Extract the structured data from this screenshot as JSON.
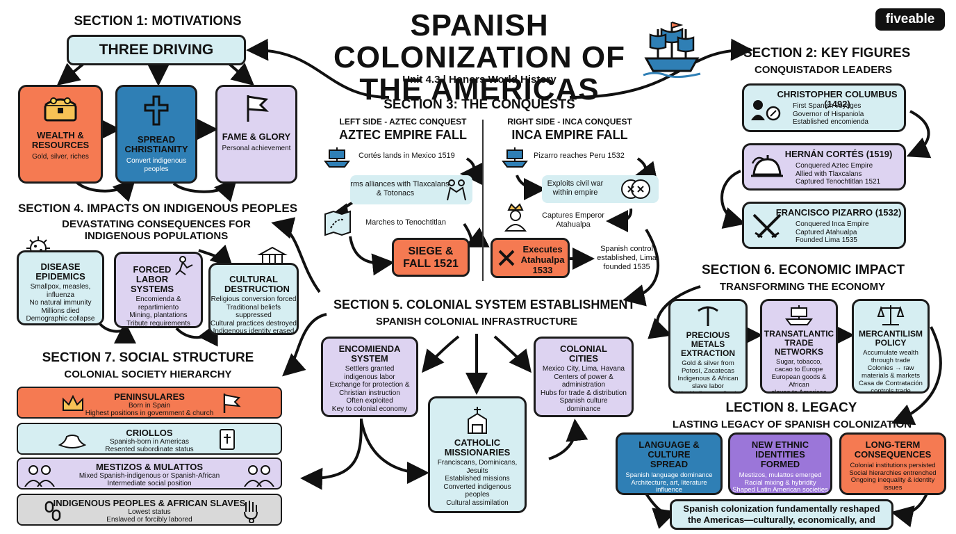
{
  "logo": "fiveable",
  "title": "SPANISH COLONIZATION OF THE AMERICAS",
  "subtitle": "Unit 4.3 | Honors World History",
  "section1": {
    "heading": "SECTION 1: MOTIVATIONS",
    "banner": "THREE DRIVING FORCES",
    "boxes": [
      {
        "title": "WEALTH & RESOURCES",
        "desc": "Gold, silver, riches",
        "icon": "treasure-chest-icon"
      },
      {
        "title": "SPREAD CHRISTIANITY",
        "desc": "Convert indigenous peoples",
        "icon": "cross-icon"
      },
      {
        "title": "FAME & GLORY",
        "desc": "Personal achievement",
        "icon": "flag-icon"
      }
    ]
  },
  "section2": {
    "heading": "SECTION 2: KEY FIGURES",
    "subheading": "CONQUISTADOR LEADERS",
    "figures": [
      {
        "title": "CHRISTOPHER COLUMBUS (1492)",
        "desc": "First Spanish voyages\nGovernor of Hispaniola\nEstablished encomienda",
        "icon": "explorer-icon"
      },
      {
        "title": "HERNÁN CORTÉS (1519)",
        "desc": "Conquered Aztec Empire\nAllied with Tlaxcalans\nCaptured Tenochtitlan 1521",
        "icon": "helmet-icon"
      },
      {
        "title": "FRANCISCO PIZARRO (1532)",
        "desc": "Conquered Inca Empire\nCaptured Atahualpa\nFounded Lima 1535",
        "icon": "crossed-swords-icon"
      }
    ]
  },
  "section3": {
    "heading": "SECTION 3: THE CONQUESTS",
    "left": {
      "label": "LEFT SIDE - AZTEC CONQUEST",
      "title": "AZTEC EMPIRE FALL",
      "steps": [
        "Cortés lands in Mexico 1519",
        "Forms alliances with Tlaxcalans & Totonacs",
        "Marches to Tenochtitlan"
      ],
      "result": "SIEGE & FALL 1521"
    },
    "right": {
      "label": "RIGHT SIDE - INCA CONQUEST",
      "title": "INCA EMPIRE FALL",
      "steps": [
        "Pizarro reaches Peru 1532",
        "Exploits civil war within empire",
        "Captures Emperor Atahualpa"
      ],
      "result": "Executes Atahualpa 1533",
      "outcome": "Spanish control established, Lima founded 1535"
    }
  },
  "section4": {
    "heading": "SECTION 4. IMPACTS ON INDIGENOUS PEOPLES",
    "subheading": "DEVASTATING CONSEQUENCES FOR INDIGENOUS POPULATIONS",
    "boxes": [
      {
        "title": "DISEASE EPIDEMICS",
        "desc": "Smallpox, measles, influenza\nNo natural immunity\nMillions died\nDemographic collapse",
        "icon": "virus-icon"
      },
      {
        "title": "FORCED LABOR SYSTEMS",
        "desc": "Encomienda &\nrepartimiento\nMining, plantations\nTribute requirements\nExploitation & abuse",
        "icon": "laborer-icon"
      },
      {
        "title": "CULTURAL DESTRUCTION",
        "desc": "Religious conversion forced\nTraditional beliefs suppressed\nCultural practices destroyed\nIndigenous identity erased",
        "icon": "temple-icon"
      }
    ]
  },
  "section5": {
    "heading": "SECTION 5. COLONIAL SYSTEM ESTABLISHMENT",
    "subheading": "SPANISH COLONIAL INFRASTRUCTURE",
    "boxes": [
      {
        "title": "ENCOMIENDA SYSTEM",
        "desc": "Settlers granted\nindigenous labor\nExchange for protection &\nChristian instruction\nOften exploited\nKey to colonial economy"
      },
      {
        "title": "CATHOLIC MISSIONARIES",
        "desc": "Franciscans, Dominicans,\nJesuits\nEstablished missions\nConverted indigenous\npeoples\nCultural assimilation",
        "icon": "church-book-icon"
      },
      {
        "title": "COLONIAL CITIES",
        "desc": "Mexico City, Lima, Havana\nCenters of power &\nadministration\nHubs for trade & distribution\nSpanish culture\ndominance"
      }
    ]
  },
  "section6": {
    "heading": "SECTION 6. ECONOMIC IMPACT",
    "subheading": "TRANSFORMING THE ECONOMY",
    "boxes": [
      {
        "title": "PRECIOUS METALS EXTRACTION",
        "desc": "Gold & silver from\nPotosí, Zacatecas\nIndigenous & African\nslave labor\nWealth flows to Spain",
        "icon": "pickaxe-icon"
      },
      {
        "title": "TRANSATLANTIC TRADE NETWORKS",
        "desc": "Sugar, tobacco,\ncacao to Europe\nEuropean goods & African\nslaves to Americas\nTriangular trade",
        "icon": "ship-icon"
      },
      {
        "title": "MERCANTILISM POLICY",
        "desc": "Accumulate wealth\nthrough trade\nColonies → raw\nmaterials & markets\nCasa de Contratación\ncontrols trade",
        "icon": "scales-icon"
      }
    ]
  },
  "section7": {
    "heading": "SECTION 7. SOCIAL STRUCTURE",
    "subheading": "COLONIAL SOCIETY HIERARCHY",
    "tiers": [
      {
        "title": "PENINSULARES",
        "desc": "Born in Spain\nHighest positions in government & church",
        "icon": "crown-icon",
        "icon2": "flag-icon"
      },
      {
        "title": "CRIOLLOS",
        "desc": "Spanish-born in Americas\nResented subordinate status",
        "icon": "hat-icon",
        "icon2": "bible-icon"
      },
      {
        "title": "MESTIZOS & MULATTOS",
        "desc": "Mixed Spanish-indigenous or Spanish-African\nIntermediate social position",
        "icon": "people-icon",
        "icon2": "people-icon"
      },
      {
        "title": "INDIGENOUS PEOPLES & AFRICAN SLAVES",
        "desc": "Lowest status\nEnslaved or forcibly labored",
        "icon": "chain-icon",
        "icon2": "shackled-hand-icon"
      }
    ]
  },
  "section8": {
    "heading": "LECTION 8. LEGACY",
    "subheading": "LASTING LEGACY OF SPANISH COLONIZATION",
    "boxes": [
      {
        "title": "LANGUAGE & CULTURE SPREAD",
        "desc": "Spanish language dominance\nArchitecture, art, literature influence\nCultural transformation of\nAmericas"
      },
      {
        "title": "NEW ETHNIC IDENTITIES FORMED",
        "desc": "Mestizos, mulattos emerged\nRacial mixing & hybridity\nShaped Latin American societies"
      },
      {
        "title": "LONG-TERM CONSEQUENCES",
        "desc": "Colonial institutions persisted\nSocial hierarchies entrenched\nOngoing inequality & identity\nissues"
      }
    ],
    "summary": "Spanish colonization fundamentally reshaped the Americas—culturally, economically, and socially"
  },
  "colors": {
    "orange": "#f57a52",
    "blue": "#2f7fb5",
    "lavender": "#ddd3f1",
    "cyan": "#d6eef2",
    "purple": "#9b76d9",
    "grey": "#d9d9d9"
  }
}
